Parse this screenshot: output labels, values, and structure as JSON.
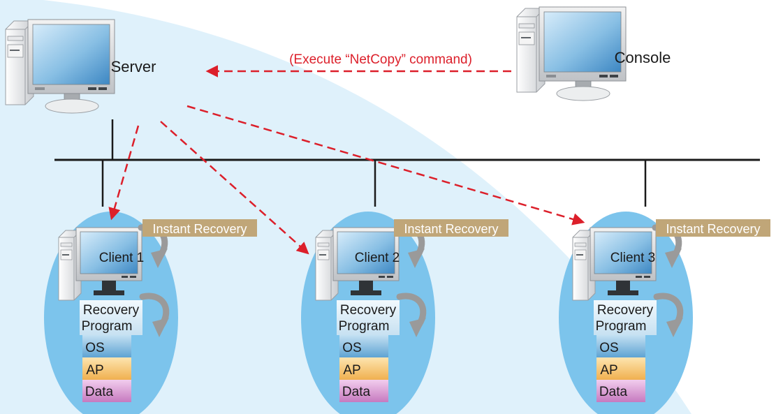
{
  "server": {
    "label": "Server"
  },
  "console": {
    "label": "Console"
  },
  "command": {
    "label": "(Execute “NetCopy” command)"
  },
  "clients": [
    {
      "label": "Client 1",
      "badge": "Instant Recovery",
      "recovery_line1": "Recovery",
      "recovery_line2": "Program",
      "layers": [
        "OS",
        "AP",
        "Data"
      ]
    },
    {
      "label": "Client 2",
      "badge": "Instant Recovery",
      "recovery_line1": "Recovery",
      "recovery_line2": "Program",
      "layers": [
        "OS",
        "AP",
        "Data"
      ]
    },
    {
      "label": "Client 3",
      "badge": "Instant Recovery",
      "recovery_line1": "Recovery",
      "recovery_line2": "Program",
      "layers": [
        "OS",
        "AP",
        "Data"
      ]
    }
  ],
  "colors": {
    "arrow": "#dc1f2a",
    "network": "#1a1a1a",
    "badge": "#c0a678",
    "ellipse": "#7cc4ec",
    "background_region": "#dff1fb",
    "os_layer": "#79b3db",
    "ap_layer": "#f6c36b",
    "data_layer": "#d08fc9"
  }
}
